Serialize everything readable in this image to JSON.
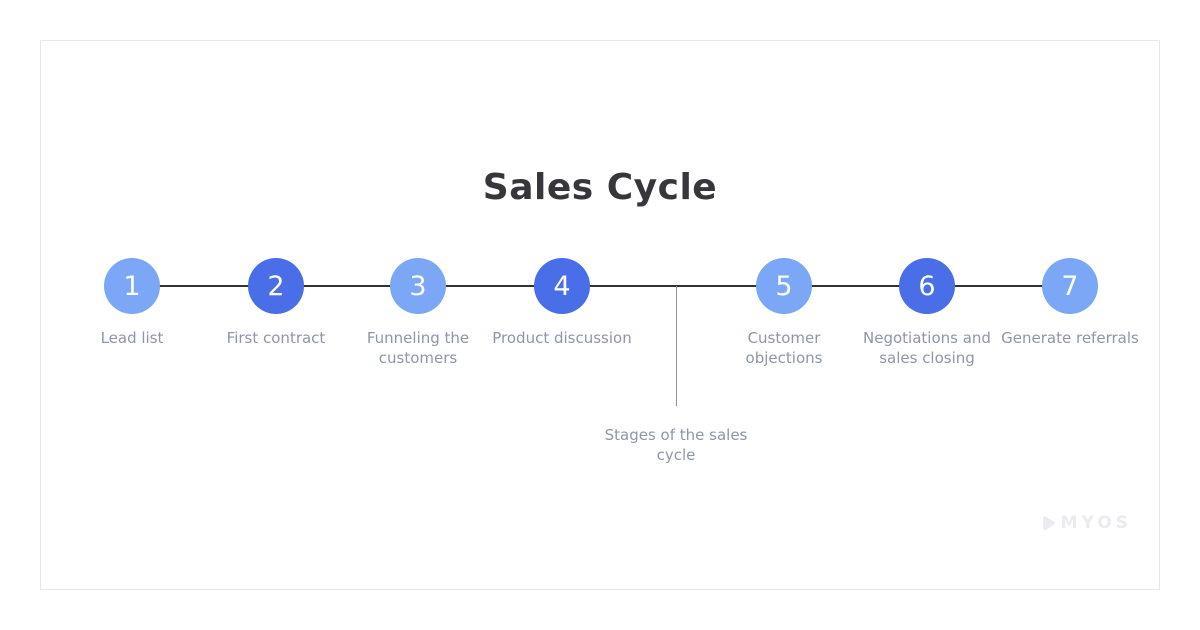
{
  "title": "Sales Cycle",
  "palette": {
    "light_circle": "#7CA6F6",
    "dark_circle": "#4A6DE8",
    "label_text": "#8D96A9",
    "timeline_line": "#333333",
    "branch_line": "#8F8F8F",
    "title_text": "#36363B",
    "logo_text": "#E9EBF0"
  },
  "steps": [
    {
      "number": "1",
      "label": "Lead list",
      "shade": "light_circle"
    },
    {
      "number": "2",
      "label": "First contract",
      "shade": "dark_circle"
    },
    {
      "number": "3",
      "label": "Funneling the customers",
      "shade": "light_circle"
    },
    {
      "number": "4",
      "label": "Product discussion",
      "shade": "dark_circle"
    },
    {
      "number": "5",
      "label": "Customer objections",
      "shade": "light_circle"
    },
    {
      "number": "6",
      "label": "Negotiations and sales closing",
      "shade": "dark_circle"
    },
    {
      "number": "7",
      "label": "Generate referrals",
      "shade": "light_circle"
    }
  ],
  "branch": {
    "label": "Stages of the sales cycle"
  },
  "logo": {
    "text": "MYOS"
  }
}
